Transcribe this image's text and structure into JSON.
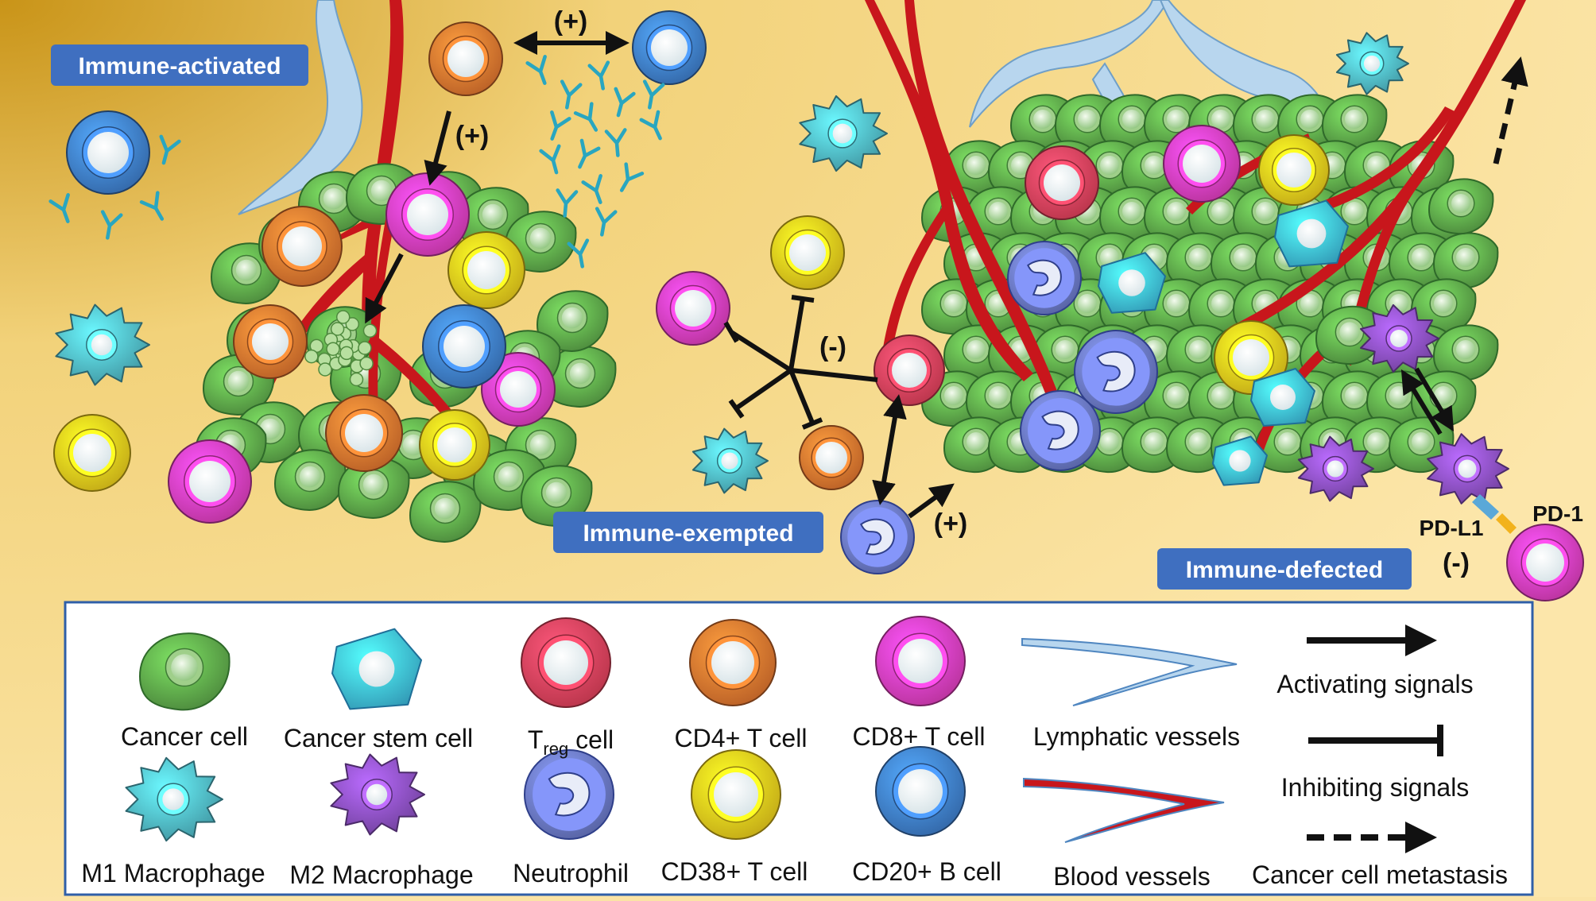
{
  "states": {
    "activated": "Immune-activated",
    "exempted": "Immune-exempted",
    "defected": "Immune-defected"
  },
  "signs": {
    "plus_top": "(+)",
    "plus_arrow": "(+)",
    "minus_center": "(-)",
    "plus_neutrophil": "(+)",
    "minus_pd": "(-)"
  },
  "pd": {
    "l1": "PD-L1",
    "one": "PD-1"
  },
  "legend": {
    "cancer_cell": "Cancer cell",
    "cancer_stem_cell": "Cancer stem cell",
    "treg_main": "T",
    "treg_sub": "reg",
    "treg_suffix": " cell",
    "cd4": "CD4+ T cell",
    "cd8": "CD8+ T cell",
    "lymphatic": "Lymphatic vessels",
    "activating": "Activating signals",
    "m1": "M1 Macrophage",
    "m2": "M2 Macrophage",
    "neutrophil": "Neutrophil",
    "cd38": "CD38+ T cell",
    "cd20": "CD20+ B cell",
    "blood": "Blood vessels",
    "inhibiting": "Inhibiting signals",
    "metastasis": "Cancer cell metastasis"
  },
  "colors": {
    "cancer": "#5ea84a",
    "stem": "#3fc0e6",
    "treg": "#e8415c",
    "cd4": "#e8762f",
    "cd8": "#e83fc0",
    "cd38": "#f5d21c",
    "cd20": "#3f7fd0",
    "m1": "#4fb8c8",
    "m2": "#8a4fc0",
    "neutrophil": "#6a78c8",
    "blood": "#c8161c",
    "lymph": "#b8d6ee",
    "state_box": "#3f6fc0"
  }
}
